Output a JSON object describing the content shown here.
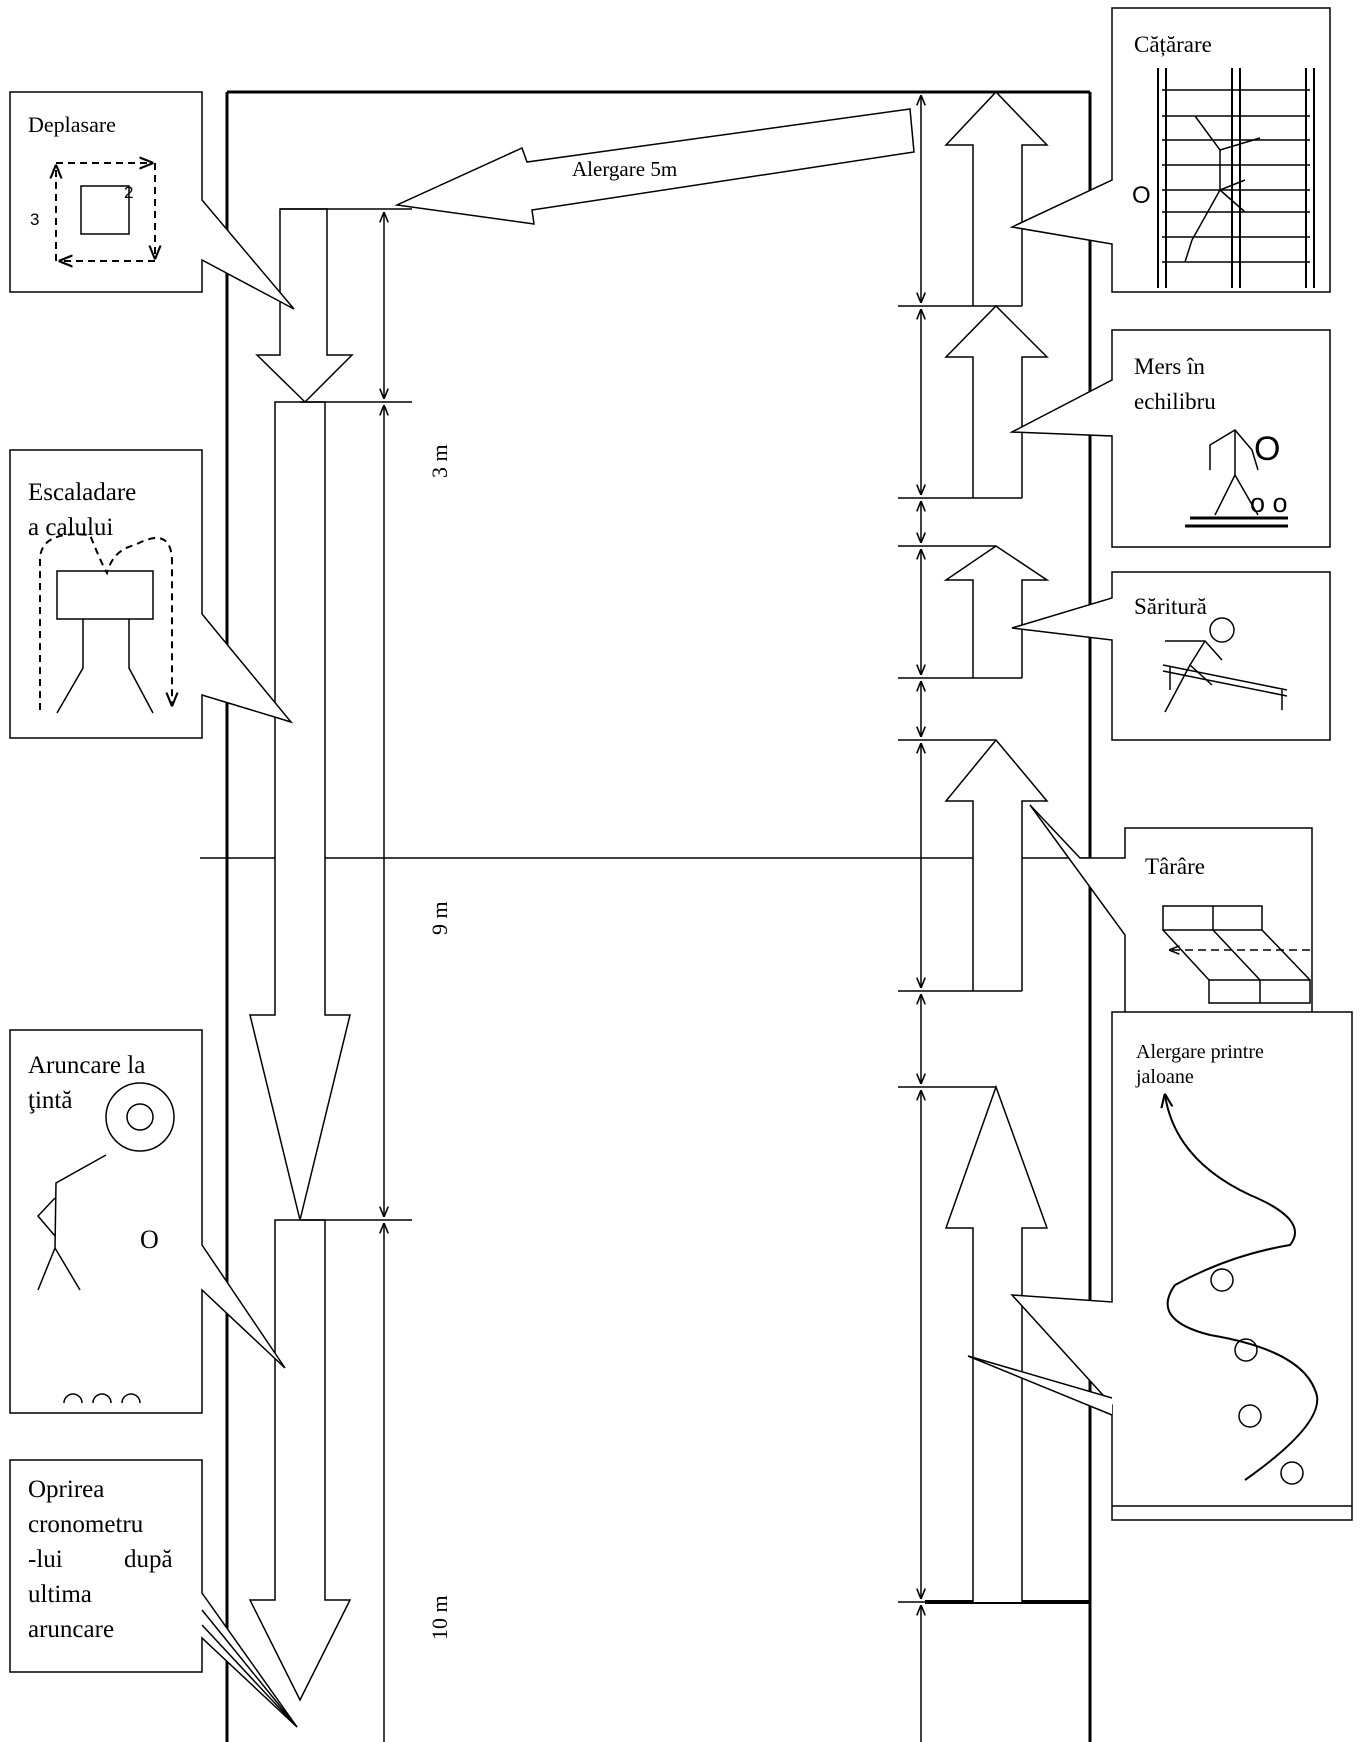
{
  "labels": {
    "deplasare": "Deplasare",
    "deplasare_n2": "2",
    "deplasare_n3": "3",
    "alergare5m": "Alergare 5m",
    "escaladare_1": "Escaladare",
    "escaladare_2": "a calului",
    "aruncare_1": "Aruncare la",
    "aruncare_2": "ţintă",
    "aruncare_o": "O",
    "oprirea_1": "Oprirea",
    "oprirea_2": "cronometru",
    "oprirea_3a": "-lui",
    "oprirea_3b": "după",
    "oprirea_4": "ultima",
    "oprirea_5": "aruncare",
    "catarare": "Cățărare",
    "catarare_o": "O",
    "mers_1": "Mers în",
    "mers_2": "echilibru",
    "mers_head": "O",
    "mers_feet": "o o",
    "saritura": "Săritură",
    "tarare": "Târâre",
    "jaloane_1": "Alergare printre",
    "jaloane_2": "jaloane",
    "dim_3m": "3 m",
    "dim_9m": "9 m",
    "dim_10m": "10 m"
  },
  "colors": {
    "ink": "#000000",
    "paper": "#ffffff"
  }
}
